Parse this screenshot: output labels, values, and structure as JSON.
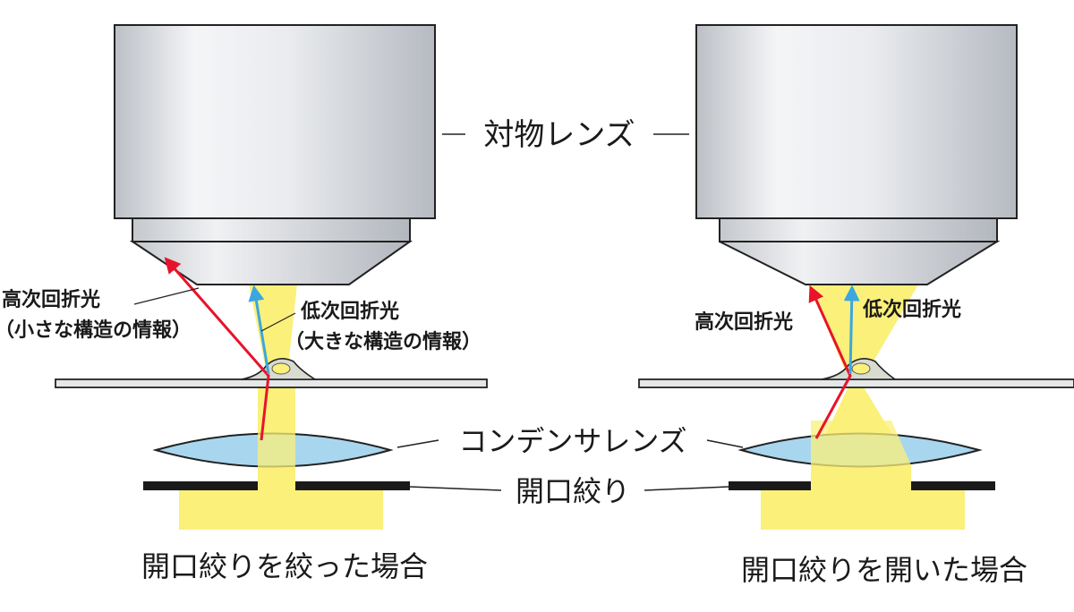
{
  "labels": {
    "objective_lens": "対物レンズ",
    "condenser_lens": "コンデンサレンズ",
    "aperture_stop": "開口絞り",
    "high_order_light": "高次回折光",
    "high_order_info": "（小さな構造の情報）",
    "low_order_light": "低次回折光",
    "low_order_info": "（大きな構造の情報）",
    "caption_closed": "開口絞りを絞った場合",
    "caption_open": "開口絞りを開いた場合"
  },
  "colors": {
    "lens_body_light": "#f2f3f5",
    "lens_body_dark": "#bcc0c6",
    "light_beam": "#fbf07a",
    "condenser_fill": "#a9d6ef",
    "high_order_ray": "#e8132a",
    "low_order_ray": "#3aa7e0",
    "stop_plate": "#1a1a1a",
    "slide": "#e6e7e9"
  }
}
